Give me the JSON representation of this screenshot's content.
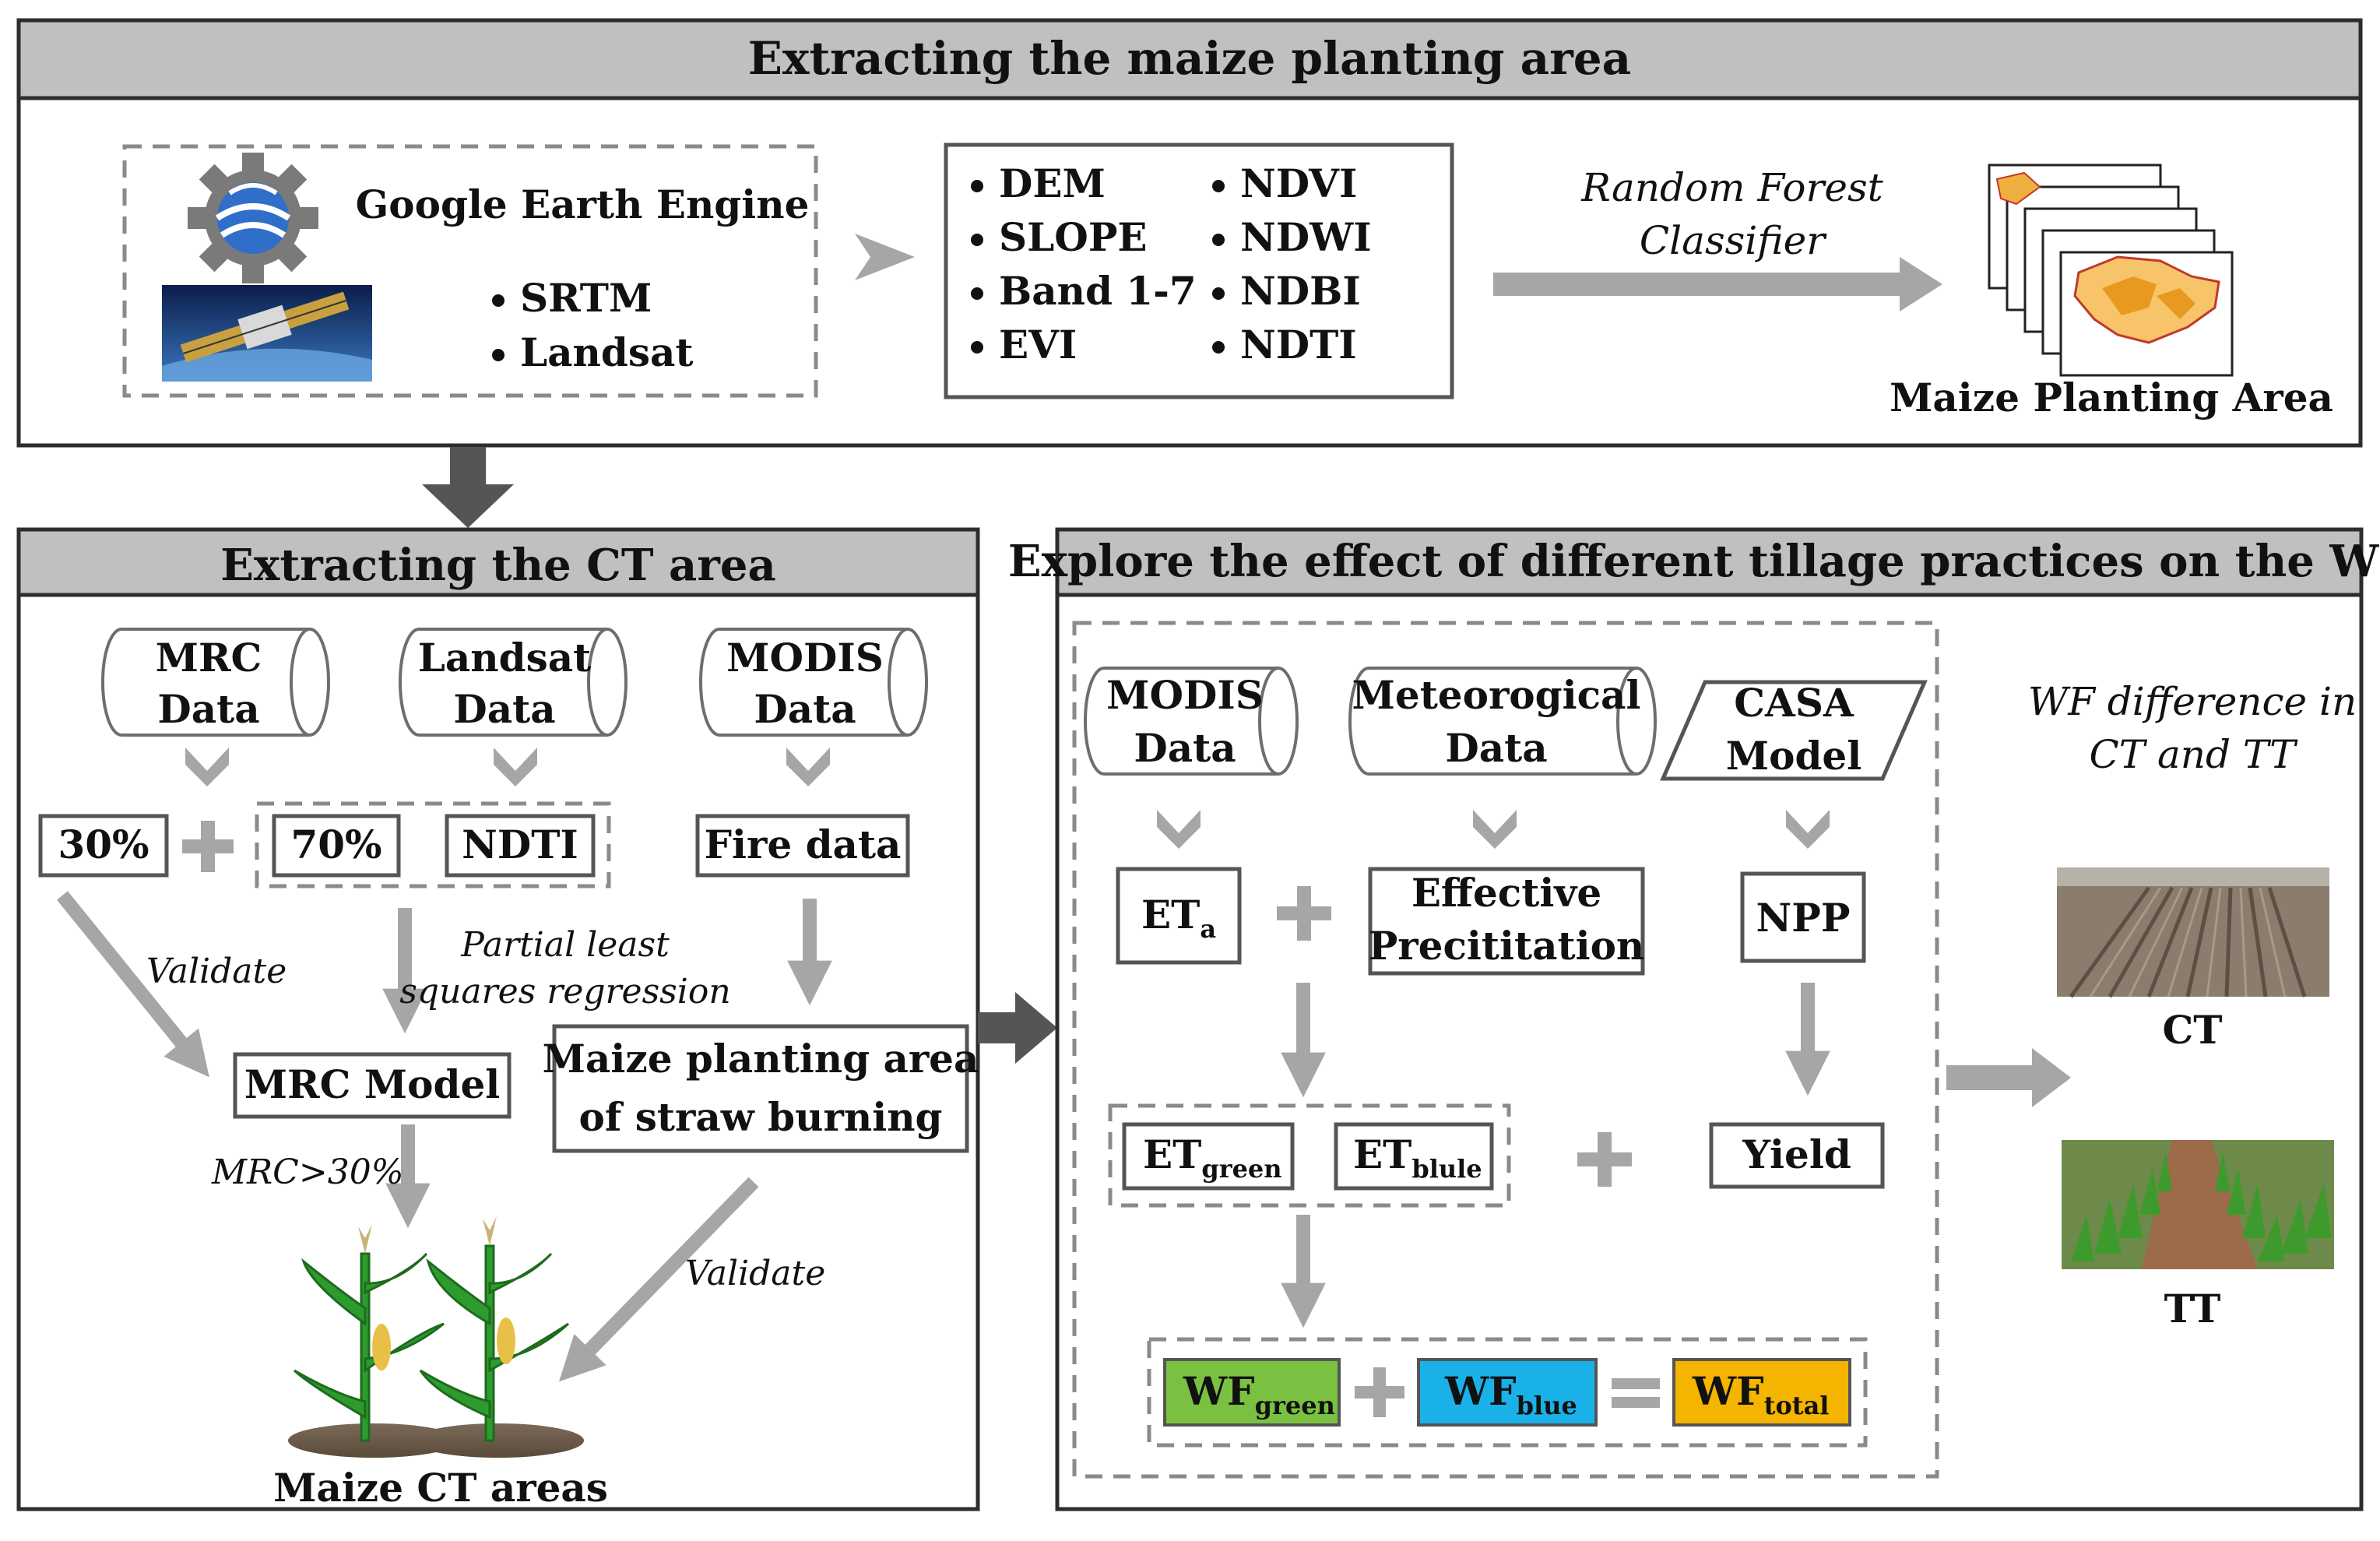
{
  "panels": {
    "top_title": "Extracting the maize planting area",
    "ct_title": "Extracting the CT area",
    "wf_title": "Explore the effect of different tillage practices on the WF"
  },
  "top": {
    "gee_label": "Google Earth Engine",
    "gee_items": [
      "SRTM",
      "Landsat"
    ],
    "features_col1": [
      "DEM",
      "SLOPE",
      "Band 1-7",
      "EVI"
    ],
    "features_col2": [
      "NDVI",
      "NDWI",
      "NDBI",
      "NDTI"
    ],
    "classifier_line1": "Random Forest",
    "classifier_line2": "Classifier",
    "output_label": "Maize Planting Area"
  },
  "ct": {
    "mrc_data": [
      "MRC",
      "Data"
    ],
    "landsat_data": [
      "Landsat",
      "Data"
    ],
    "modis_data": [
      "MODIS",
      "Data"
    ],
    "pct30": "30%",
    "pct70": "70%",
    "ndti": "NDTI",
    "fire": "Fire data",
    "validate_left": "Validate",
    "pls_line1": "Partial least",
    "pls_line2": "squares regression",
    "mrc_model": "MRC Model",
    "burning_line1": "Maize planting area",
    "burning_line2": "of straw burning",
    "mrc_threshold": "MRC>30%",
    "validate_right": "Validate",
    "ct_areas": "Maize CT areas"
  },
  "wf": {
    "modis_data": [
      "MODIS",
      "Data"
    ],
    "meteo_data": [
      "Meteorogical",
      "Data"
    ],
    "casa_model": [
      "CASA",
      "Model"
    ],
    "eta_main": "ET",
    "eta_sub": "a",
    "eff_line1": "Effective",
    "eff_line2": "Precititation",
    "npp": "NPP",
    "etgreen_main": "ET",
    "etgreen_sub": "green",
    "etblue_main": "ET",
    "etblue_sub": "blule",
    "yield": "Yield",
    "wfgreen_main": "WF",
    "wfgreen_sub": "green",
    "wfblue_main": "WF",
    "wfblue_sub": "blue",
    "wftotal_main": "WF",
    "wftotal_sub": "total",
    "diff_line1": "WF difference in",
    "diff_line2": "CT and TT",
    "ct_label": "CT",
    "tt_label": "TT"
  },
  "colors": {
    "wf_green": "#7ac142",
    "wf_blue": "#1ab0e8",
    "wf_total": "#f4b400",
    "header_gray": "#c0c0c0",
    "arrow_gray": "#a6a6a6"
  }
}
